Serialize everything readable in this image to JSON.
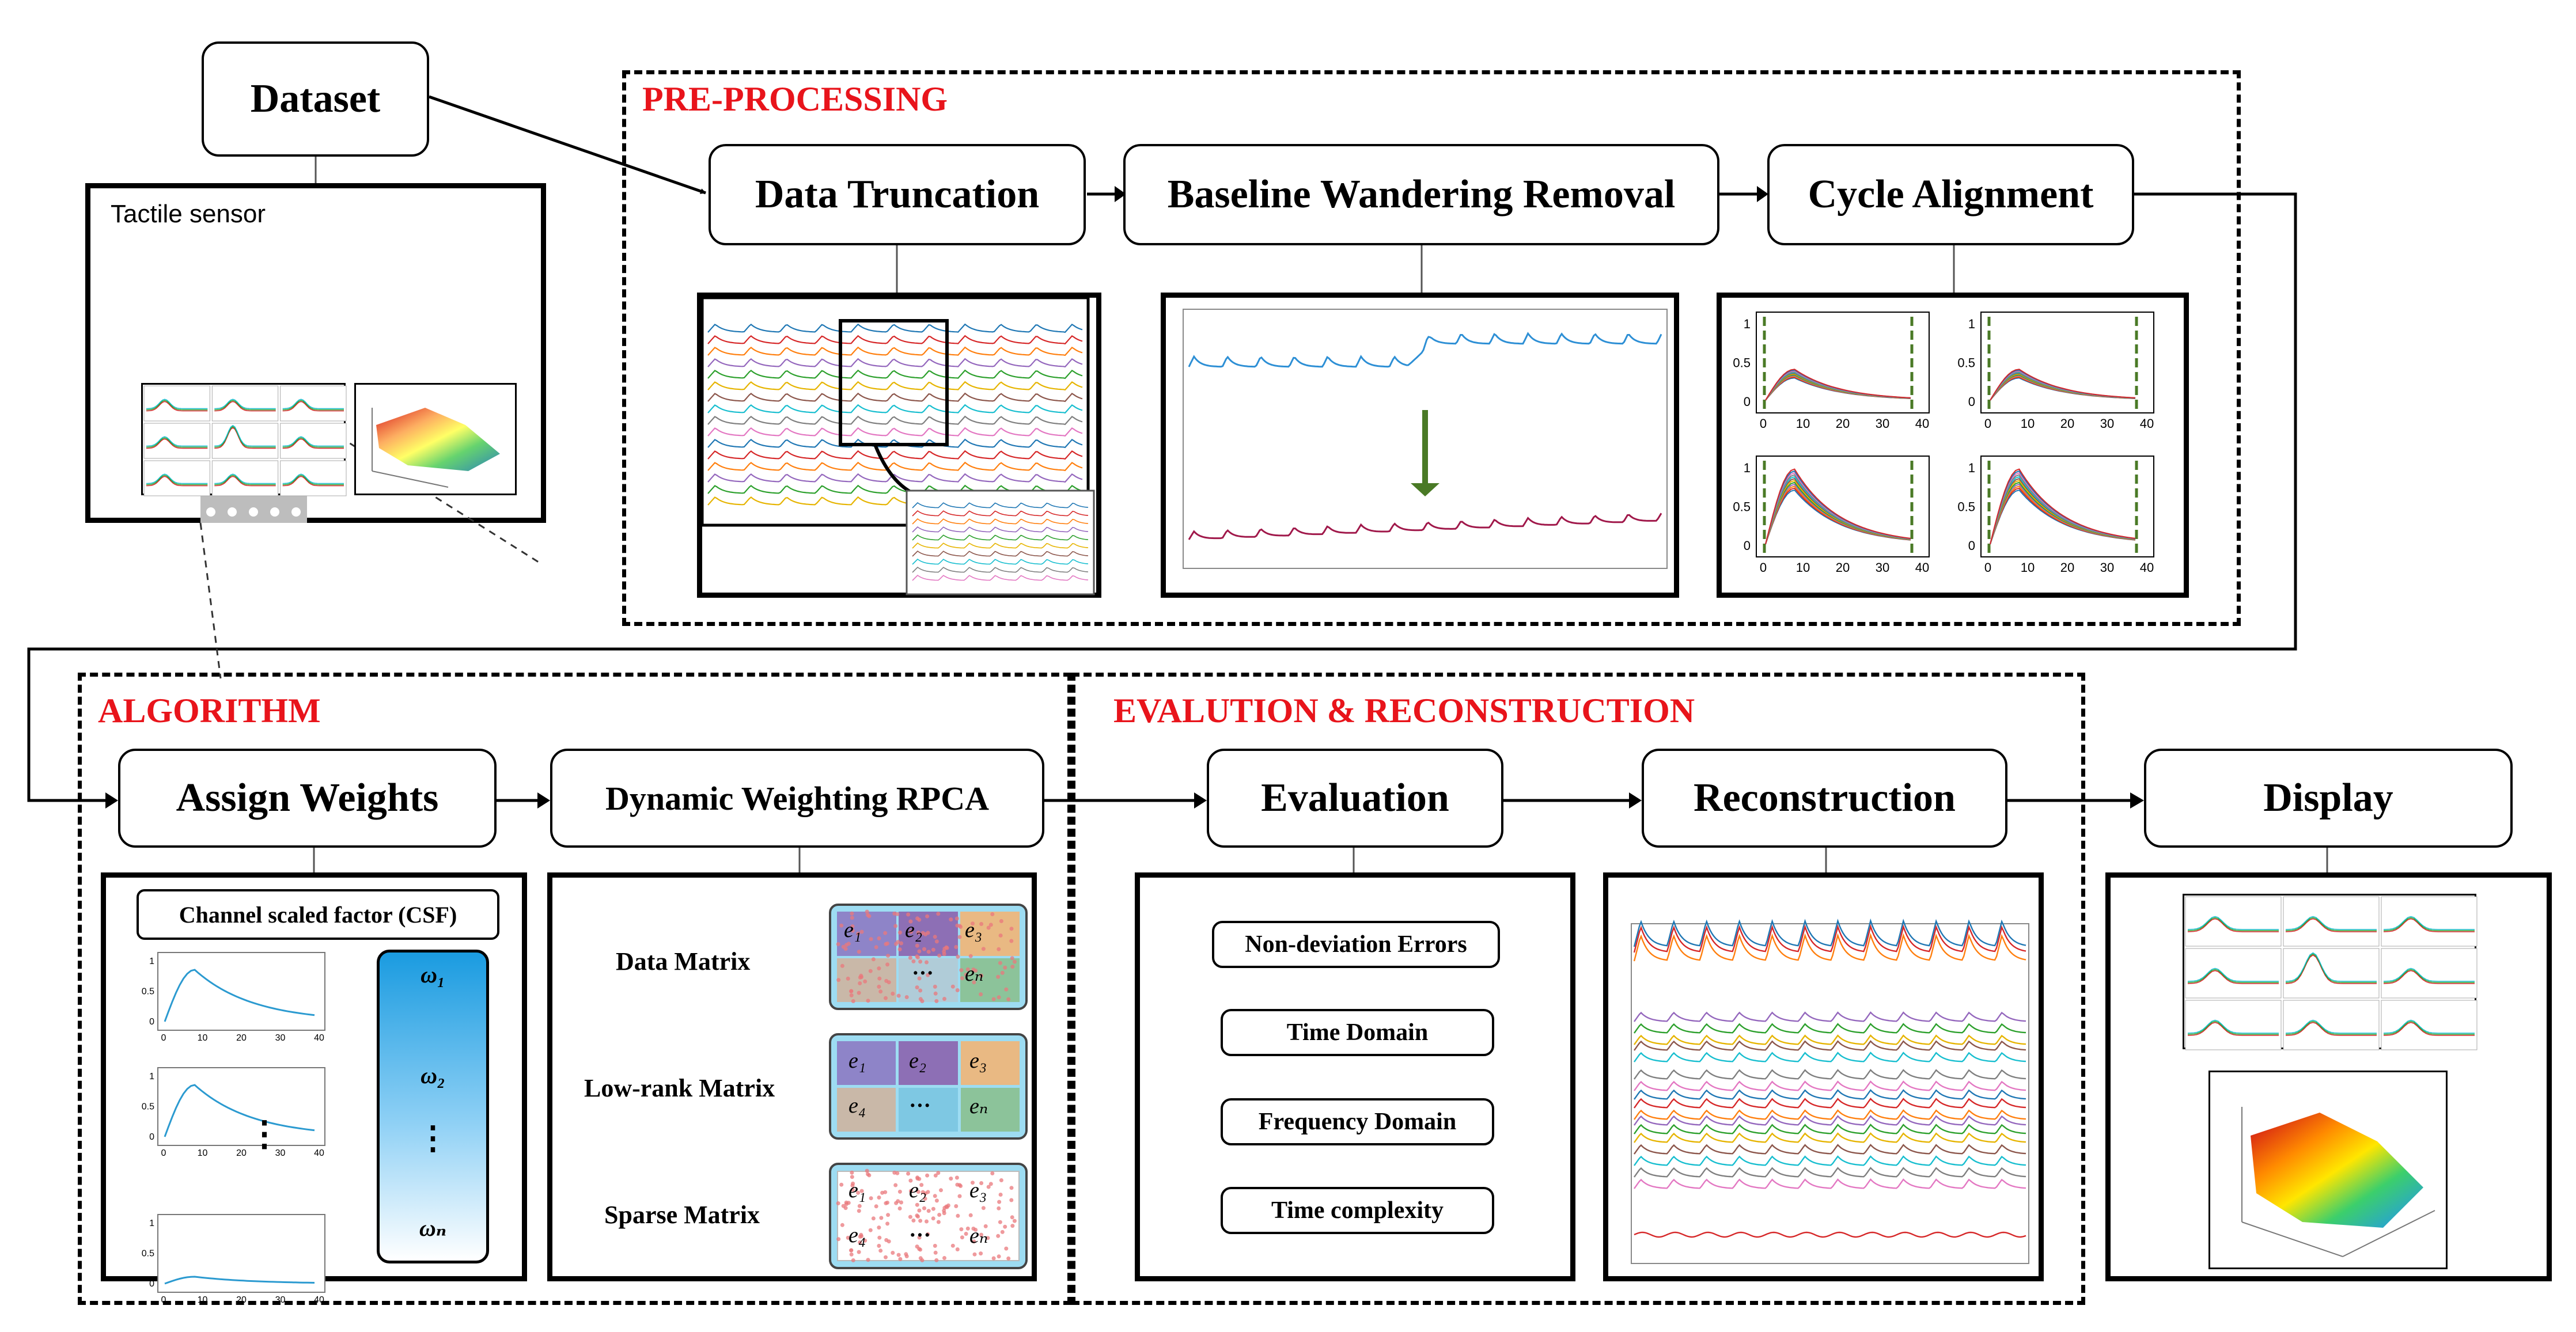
{
  "nodes": {
    "dataset": "Dataset",
    "truncation": "Data Truncation",
    "baseline": "Baseline Wandering Removal",
    "alignment": "Cycle Alignment",
    "assign": "Assign Weights",
    "rpca": "Dynamic Weighting RPCA",
    "evaluation": "Evaluation",
    "reconstruction": "Reconstruction",
    "display": "Display"
  },
  "sections": {
    "preprocessing": "PRE-PROCESSING",
    "algorithm": "ALGORITHM",
    "evaluation": "EVALUTION & RECONSTRUCTION"
  },
  "sensor_label": "Tactile sensor",
  "csf_label": "Channel scaled factor (CSF)",
  "weights": [
    "ω₁",
    "ω₂",
    "⋮",
    "ωₙ"
  ],
  "matrices": [
    {
      "label": "Data Matrix",
      "cells": [
        "e₁",
        "e₂",
        "e₃",
        "eₙ"
      ]
    },
    {
      "label": "Low-rank Matrix",
      "cells": [
        "e₁",
        "e₂",
        "e₃",
        "e₄",
        "···",
        "eₙ"
      ]
    },
    {
      "label": "Sparse Matrix",
      "cells": [
        "e₁",
        "e₂",
        "e₃",
        "e₄",
        "···",
        "eₙ"
      ]
    }
  ],
  "metrics": [
    "Non-deviation Errors",
    "Time Domain",
    "Frequency Domain",
    "Time complexity"
  ],
  "cycle_axes": {
    "y_ticks": [
      "1",
      "0.5",
      "0"
    ],
    "x_ticks": [
      "0",
      "10",
      "20",
      "30",
      "40"
    ]
  },
  "csf_axes": {
    "y_ticks": [
      "1",
      "0.5",
      "0"
    ],
    "x_ticks": [
      "0",
      "10",
      "20",
      "30",
      "40"
    ]
  },
  "colors": {
    "section_title": "#e8141b",
    "arrow_green": "#4a7a26",
    "weight_blue": "#1a9be0"
  }
}
